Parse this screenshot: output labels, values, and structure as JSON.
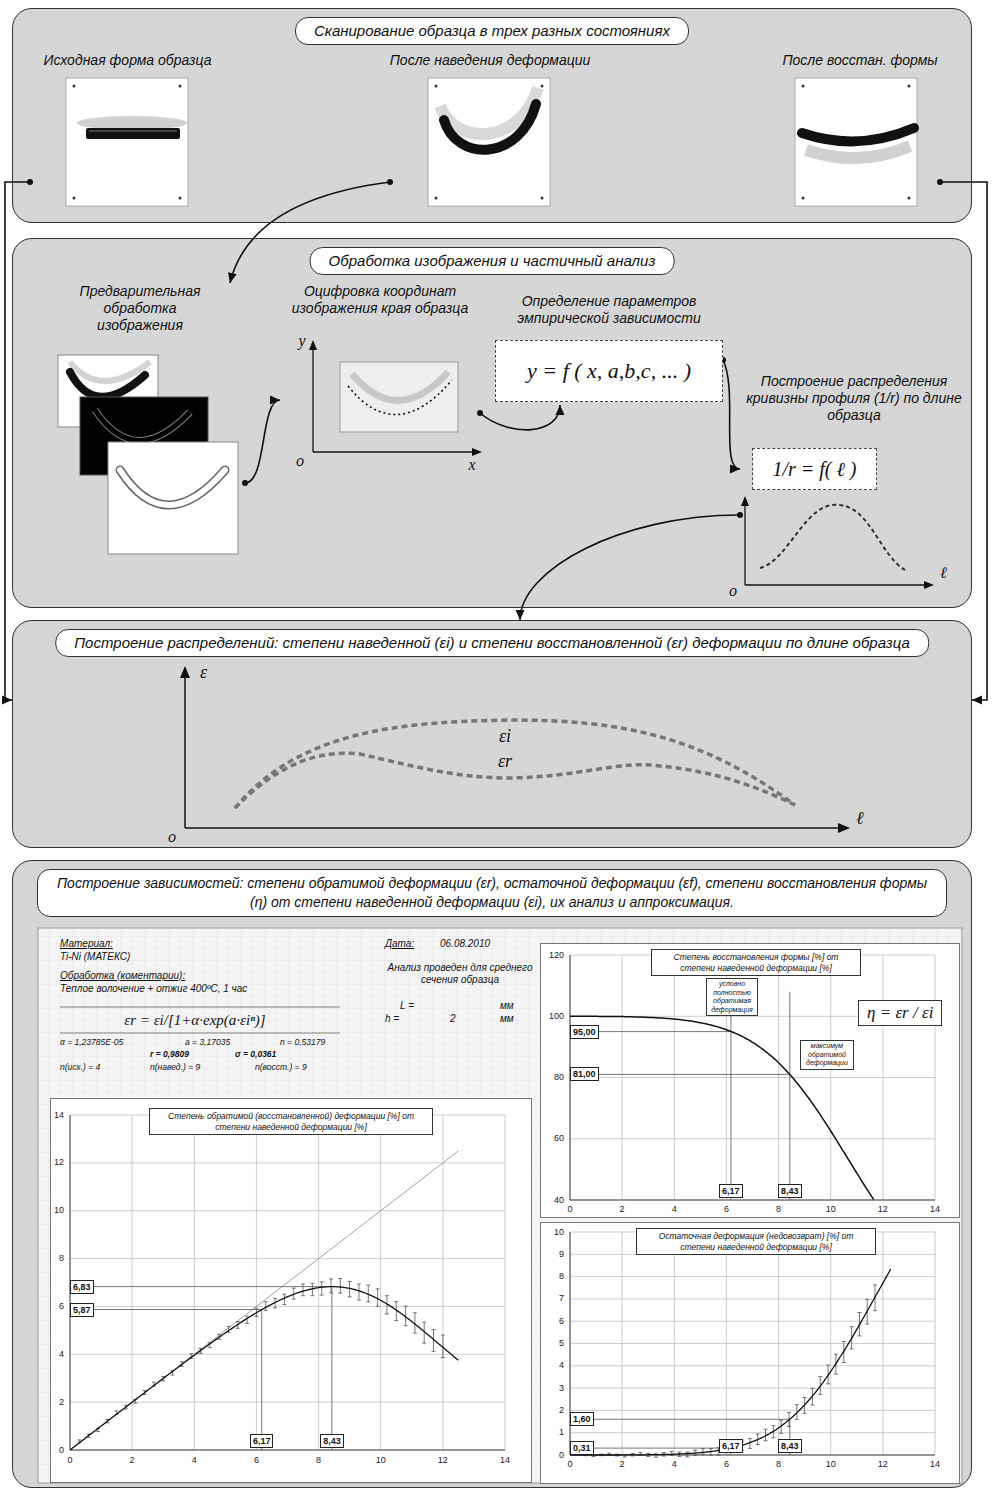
{
  "diagram": {
    "nodes": [
      {
        "text": [
          "Сканирование образца в трех разных состояниях"
        ]
      },
      {
        "text": [
          "Исходная форма образца"
        ],
        "in": 0
      },
      {
        "text": [
          "После наведения деформации"
        ],
        "in": 0
      },
      {
        "text": [
          "После восстан. формы"
        ],
        "in": 0
      },
      {
        "text": [
          "Обработка изображения и частичный анализ"
        ]
      },
      {
        "text": [
          "Предварительная обработка изображения"
        ],
        "in": 4
      },
      {
        "text": [
          "Оцифровка координат изображения края образца"
        ],
        "in": 4
      },
      {
        "text": [
          "Определение параметров эмпирической зависимости",
          "y = f ( x, a,b,c, ... )"
        ],
        "in": 4
      },
      {
        "text": [
          "Построение распределения кривизны профиля (1/r) по длине образца",
          "1/r = f( ℓ )"
        ],
        "in": 4
      },
      {
        "text": [
          "Построение распределений: степени наведенной (εi) и степени восстановленной (εr) деформации по длине образца"
        ]
      },
      {
        "text": [
          "Построение зависимостей: степени обратимой деформации (εr), остаточной деформации (εf), степени восстановления формы (η) от степени наведенной деформации (εi), их анализ и аппроксимация."
        ]
      },
      {
        "text": [
          "Степень обратимой (восстановленной) деформации [%] от степени наведенной деформации [%]"
        ],
        "in": 10
      },
      {
        "text": [
          "Степень восстановления формы [%] от степени наведенной деформации [%]"
        ],
        "in": 10
      },
      {
        "text": [
          "Остаточная деформация (недовозврат) [%] от степени наведенной деформации [%]"
        ],
        "in": 10
      }
    ],
    "edges": [
      {
        "from": 2,
        "to": 5,
        "arrow": "to"
      },
      {
        "from": 1,
        "to": 9,
        "arrow": "to"
      },
      {
        "from": 3,
        "to": 9,
        "arrow": "to"
      },
      {
        "from": 5,
        "to": 6,
        "arrow": "to"
      },
      {
        "from": 6,
        "to": 7,
        "arrow": "to"
      },
      {
        "from": 7,
        "to": 8,
        "arrow": "to"
      },
      {
        "from": 8,
        "to": 9,
        "arrow": "to"
      }
    ],
    "labels": [
      "y",
      "o",
      "x",
      "o",
      "ℓ",
      "ε",
      "εi",
      "εr",
      "o",
      "ℓ",
      "Материал:",
      "Ti-Ni (МАТЕКС)",
      "Обработка (коментарии):",
      "Теплое волочение + отжиг 400ºС, 1 час",
      "Дата:",
      "06.08.2010",
      "εr = εi/[1+α·exp(a·εiⁿ)]",
      "α = 1,23785E-05",
      "a = 3,17035",
      "n = 0,53179",
      "r = 0,9809",
      "σ = 0,0361",
      "n(исх.) = 4",
      "n(навед.) = 9",
      "n(восст.) = 9",
      "Анализ проведен для среднего сечения образца",
      "L =",
      "мм",
      "h =",
      "2",
      "мм",
      "0",
      "2",
      "4",
      "6",
      "8",
      "10",
      "12",
      "14",
      "0",
      "2",
      "4",
      "6",
      "8",
      "10",
      "12",
      "14",
      "6,83",
      "5,87",
      "6,17",
      "8,43",
      "0",
      "2",
      "4",
      "6",
      "8",
      "10",
      "12",
      "14",
      "40",
      "60",
      "80",
      "100",
      "120",
      "95,00",
      "81,00",
      "6,17",
      "8,43",
      "условно полностью обратимая деформация",
      "максимум обратимой деформации",
      "η = εr / εi",
      "0",
      "2",
      "4",
      "6",
      "8",
      "10",
      "12",
      "14",
      "0",
      "1",
      "2",
      "3",
      "4",
      "5",
      "6",
      "7",
      "8",
      "9",
      "10",
      "1,60",
      "0,31",
      "6,17",
      "8,43"
    ]
  }
}
